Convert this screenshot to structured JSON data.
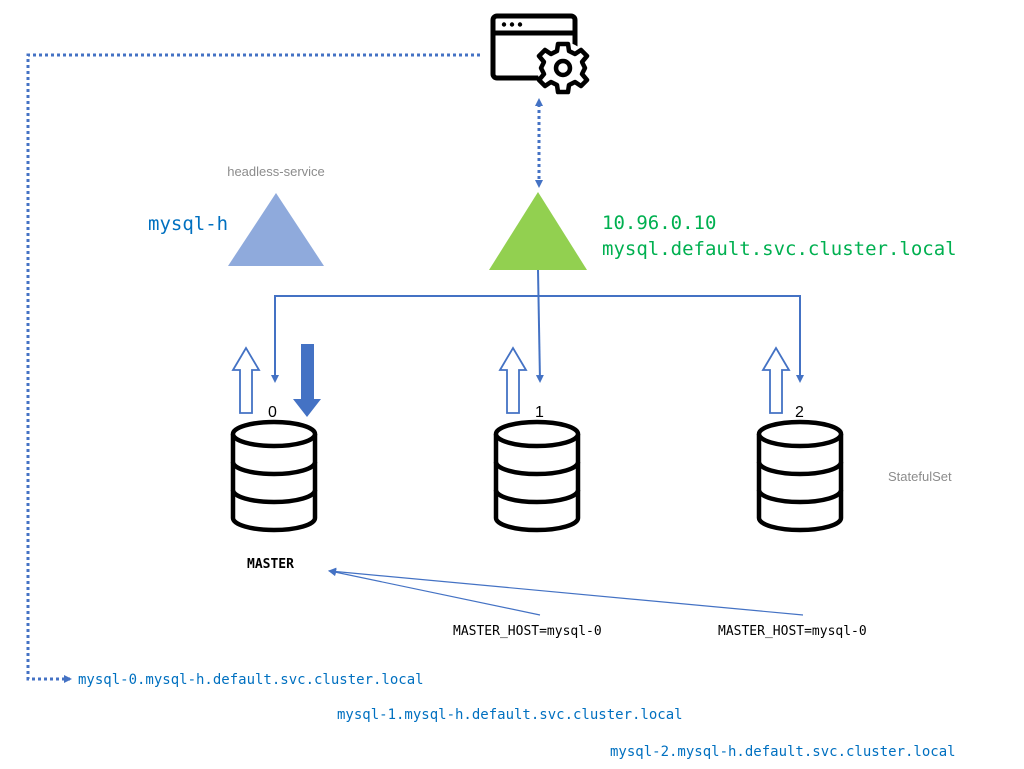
{
  "client": {
    "icon": "app-settings-icon"
  },
  "headless_service": {
    "caption": "headless-service",
    "name": "mysql-h",
    "color": "#8faadc"
  },
  "service": {
    "ip": "10.96.0.10",
    "dns": "mysql.default.svc.cluster.local",
    "color": "#92d050",
    "label_color": "#00b050"
  },
  "statefulset": {
    "label": "StatefulSet",
    "pods": [
      {
        "index": "0",
        "role": "MASTER"
      },
      {
        "index": "1",
        "env": "MASTER_HOST=mysql-0"
      },
      {
        "index": "2",
        "env": "MASTER_HOST=mysql-0"
      }
    ]
  },
  "pod_dns": [
    "mysql-0.mysql-h.default.svc.cluster.local",
    "mysql-1.mysql-h.default.svc.cluster.local",
    "mysql-2.mysql-h.default.svc.cluster.local"
  ],
  "colors": {
    "connector": "#4472c4",
    "dns_text": "#0070c0",
    "db_stroke": "#000000"
  }
}
